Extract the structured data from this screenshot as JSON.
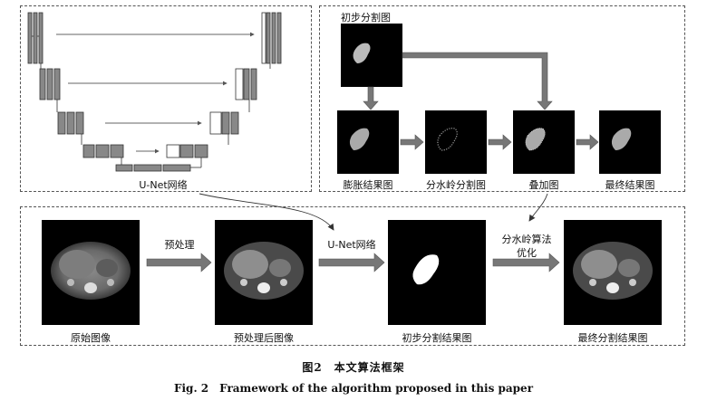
{
  "unet": {
    "label": "U-Net网络"
  },
  "watershed_block": {
    "initial_label": "初步分割图",
    "dilation_label": "膨胀结果图",
    "watershed_label": "分水岭分割图",
    "overlay_label": "叠加图",
    "final_label": "最终结果图"
  },
  "pipeline": {
    "original_label": "原始图像",
    "preprocess_arrow_label": "预处理",
    "preprocessed_label": "预处理后图像",
    "unet_arrow_label": "U-Net网络",
    "initial_result_label": "初步分割结果图",
    "optimize_arrow_label_line1": "分水岭算法",
    "optimize_arrow_label_line2": "优化",
    "final_result_label": "最终分割结果图"
  },
  "caption": {
    "cn": "图2　本文算法框架",
    "en": "Fig. 2　Framework of the algorithm proposed in this paper"
  }
}
